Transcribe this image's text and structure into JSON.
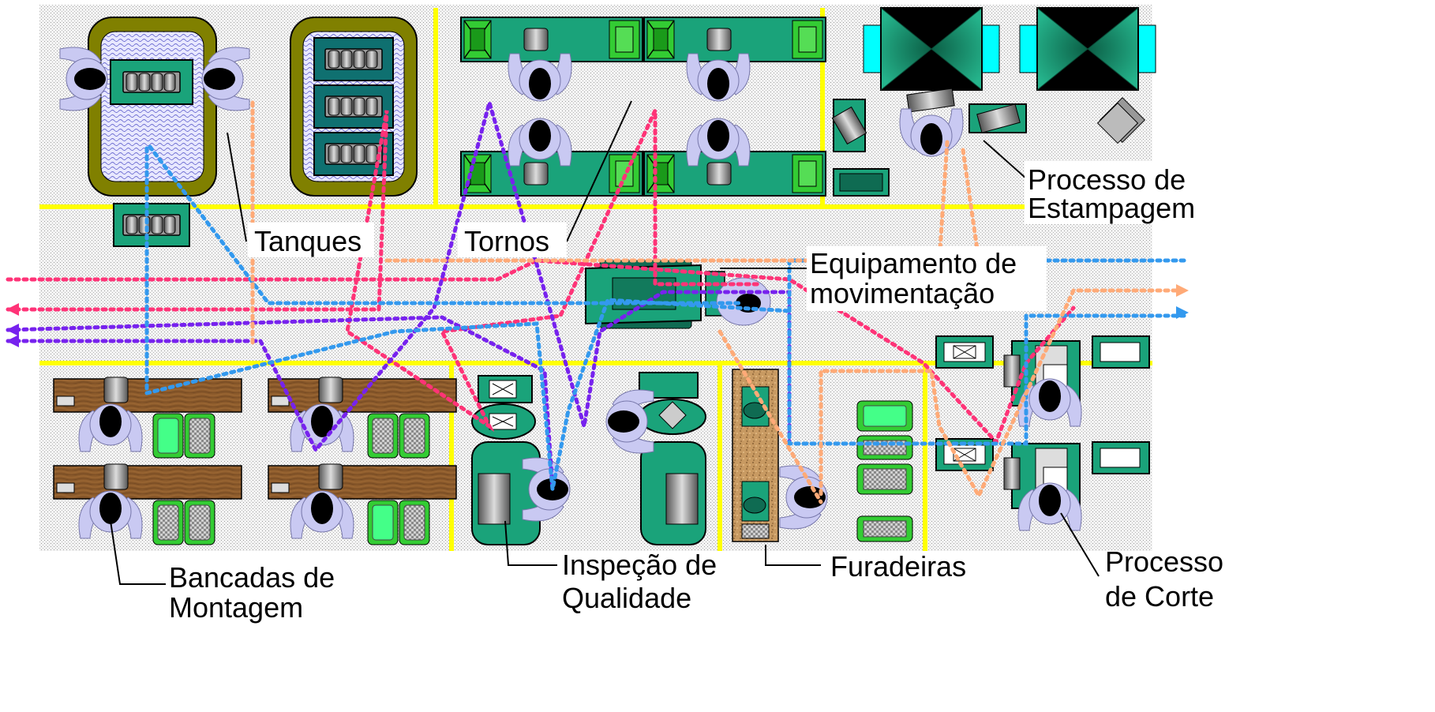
{
  "labels": {
    "tanques": "Tanques",
    "tornos": "Tornos",
    "estampagem": [
      "Processo de",
      "Estampagem"
    ],
    "equipamento": [
      "Equipamento de",
      "movimentação"
    ],
    "bancadas": [
      "Bancadas de",
      "Montagem"
    ],
    "inspecao": [
      "Inspeção de",
      "Qualidade"
    ],
    "furadeiras": "Furadeiras",
    "corte": [
      "Processo",
      "de Corte"
    ]
  },
  "colors": {
    "floor": "#e6e6e6",
    "aisle_line": "#ffff00",
    "machine_green": "#1aa37a",
    "machine_dark": "#0f6b52",
    "bright_green": "#33cc33",
    "cyan": "#00ffff",
    "tank_olive": "#808000",
    "bench_wood": "#8b5a2b",
    "worker": "#c9c9f2",
    "flow_pink": "#ff3377",
    "flow_purple": "#7722ee",
    "flow_blue": "#3399ee",
    "flow_orange": "#ffaa77"
  },
  "icons": [
    "tank-icon",
    "lathe-icon",
    "press-icon",
    "forklift-icon",
    "workbench-icon",
    "inspection-machine-icon",
    "drill-icon",
    "cutting-machine-icon",
    "worker-icon"
  ]
}
